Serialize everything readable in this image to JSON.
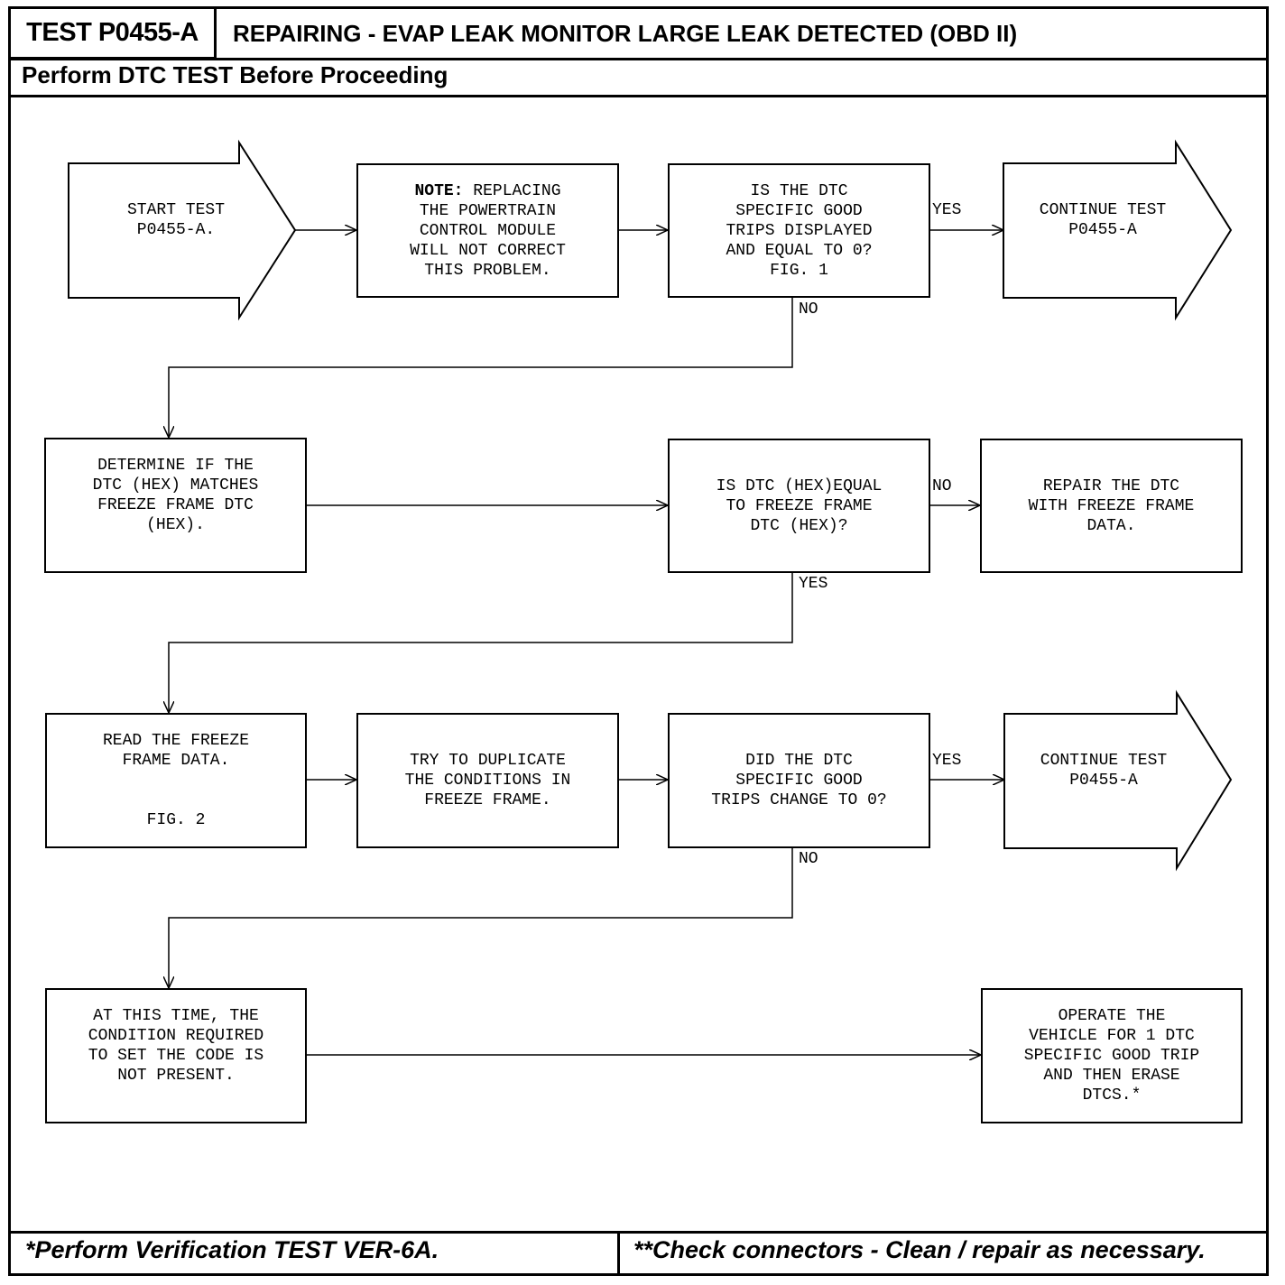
{
  "header": {
    "test_id": "TEST P0455-A",
    "title": "REPAIRING - EVAP LEAK MONITOR LARGE LEAK DETECTED (OBD II)",
    "subtitle": "Perform DTC TEST Before Proceeding"
  },
  "nodes": {
    "start": "START TEST\nP0455-A.",
    "note_key": "NOTE:",
    "note_rest": " REPLACING\nTHE POWERTRAIN\nCONTROL MODULE\nWILL NOT CORRECT\nTHIS PROBLEM.",
    "q1": "IS THE DTC\nSPECIFIC GOOD\nTRIPS DISPLAYED\nAND EQUAL TO 0?\nFIG. 1",
    "continue1": "CONTINUE TEST\nP0455-A",
    "determine": "DETERMINE IF THE\nDTC (HEX) MATCHES\nFREEZE FRAME DTC\n(HEX).",
    "q2": "IS DTC (HEX)EQUAL\nTO FREEZE FRAME\nDTC (HEX)?",
    "repair": "REPAIR THE DTC\nWITH FREEZE FRAME\nDATA.",
    "read": "READ THE FREEZE\nFRAME DATA.\n\n\nFIG. 2",
    "duplicate": "TRY TO DUPLICATE\nTHE CONDITIONS IN\nFREEZE FRAME.",
    "q3": "DID THE DTC\nSPECIFIC GOOD\nTRIPS CHANGE TO 0?",
    "continue2": "CONTINUE TEST\nP0455-A",
    "at_this_time": "AT THIS TIME, THE\nCONDITION REQUIRED\nTO SET THE CODE IS\nNOT PRESENT.",
    "operate": "OPERATE THE\nVEHICLE FOR 1 DTC\nSPECIFIC GOOD TRIP\nAND THEN ERASE\nDTCS.*"
  },
  "labels": {
    "yes1": "YES",
    "no1": "NO",
    "no2": "NO",
    "yes2": "YES",
    "yes3": "YES",
    "no3": "NO"
  },
  "footer": {
    "left": "*Perform Verification TEST VER-6A.",
    "right": "**Check connectors - Clean / repair as necessary."
  }
}
